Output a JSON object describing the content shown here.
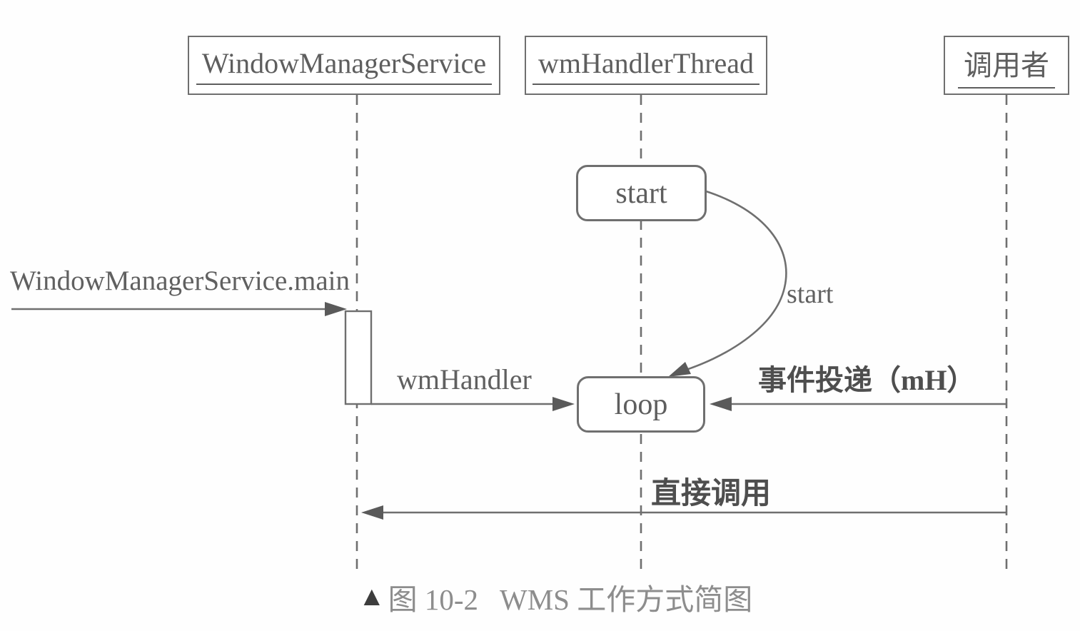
{
  "colors": {
    "line": "#6f6f6f",
    "text": "#5e5e5e",
    "label": "#4f4f4f",
    "caption": "#8d8d8d",
    "marker": "#3d3d3d"
  },
  "diagram": {
    "participants": [
      {
        "label": "WindowManagerService"
      },
      {
        "label": "wmHandlerThread"
      },
      {
        "label": "调用者"
      }
    ],
    "nodes": {
      "start_label": "start",
      "loop_label": "loop"
    },
    "messages": {
      "main_call": "WindowManagerService.main",
      "wm_handler": "wmHandler",
      "start_self": "start",
      "event_post": "事件投递（mH）",
      "direct_call": "直接调用"
    },
    "caption": {
      "marker": "▲",
      "figure_no": "图 10-2",
      "title": "WMS 工作方式简图"
    }
  }
}
